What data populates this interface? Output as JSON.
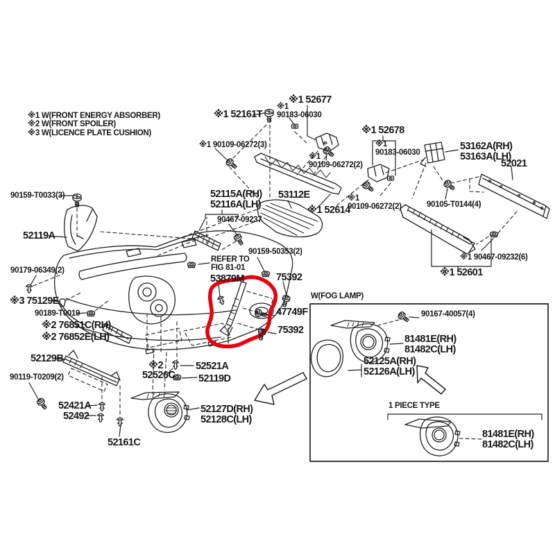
{
  "colors": {
    "line": "#1f1f1f",
    "highlight": "#e8000f",
    "background": "#ffffff"
  },
  "legend": {
    "line1": "※1 W(FRONT ENERGY ABSORBER)",
    "line2": "※2 W(FRONT SPOILER)",
    "line3": "※3 W(LICENCE PLATE CUSHION)"
  },
  "labels": {
    "p90159_t0033": "90159-T0033(3)",
    "p52119a": "52119A",
    "p90179_06349": "90179-06349(2)",
    "p75129e": "※3 75129E",
    "p90189_t0019": "90189-T0019",
    "p76851c": "※2 76851C(RH)",
    "p76852e": "※2 76852E(LH)",
    "p52129b": "52129B",
    "p90119_t0209": "90119-T0209(2)",
    "p52421a": "52421A",
    "p52492": "52492",
    "p52161c": "52161C",
    "p52526c_mark": "※2",
    "p52526c": "52526C",
    "p52521a": "52521A",
    "p52119d": "52119D",
    "p52127d": "52127D(RH)",
    "p52128c": "52128C(LH)",
    "p52161t": "※1 52161T",
    "p52677": "※1 52677",
    "p90183_top_mark": "※1",
    "p90183_top": "90183-06030",
    "p90109_3": "※1 90109-06272(3)",
    "p90109_2a_mark": "※1",
    "p90109_2a": "90109-06272(2)",
    "p52678": "※1 52678",
    "p90183_right_mark": "※1",
    "p90183_right": "90183-06030",
    "p53162a": "53162A(RH)",
    "p53163a": "53163A(LH)",
    "p52021": "52021",
    "p90109_2b_mark": "※1",
    "p90109_2b": "90109-06272(2)",
    "p90105_t0144": "90105-T0144(4)",
    "p90467_09232": "※1 90467-09232(6)",
    "p52601": "※1 52601",
    "p52115a": "52115A(RH)",
    "p52116a": "52116A(LH)",
    "p90467_09237": "90467-09237",
    "p53112e": "53112E",
    "p52614": "※1 52614",
    "refer1": "REFER TO",
    "refer2": "FIG 81-01",
    "p90159_50353": "90159-50353(2)",
    "p53879m": "53879M",
    "p75392_top": "75392",
    "p47749f": "47749F",
    "p75392_bottom": "75392",
    "fog_header": "W(FOG LAMP)",
    "p90167_40057": "90167-40057(4)",
    "p81481e_a": "81481E(RH)",
    "p81482c_a": "81482C(LH)",
    "p52125a": "52125A(RH)",
    "p52126a": "52126A(LH)",
    "piece_type": "1 PIECE TYPE",
    "p81481e_b": "81481E(RH)",
    "p81482c_b": "81482C(LH)"
  }
}
